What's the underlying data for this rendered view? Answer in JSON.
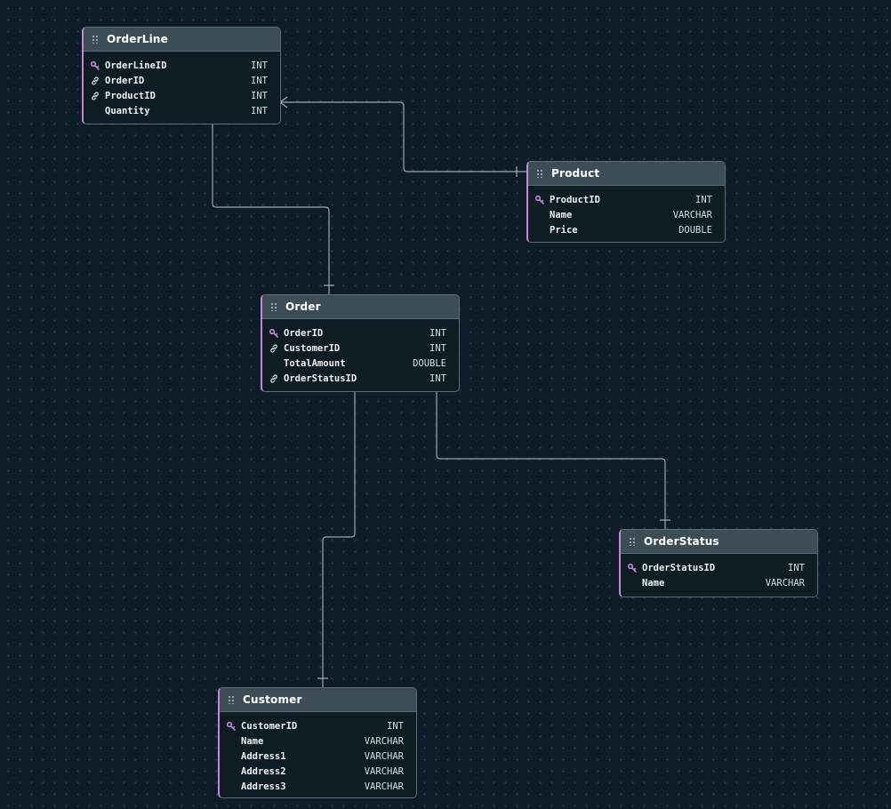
{
  "colors": {
    "background": "#0d1c26",
    "accent": "#c685d8",
    "header": "#3d4d56",
    "connector": "#9aa6ae"
  },
  "icons": {
    "primary_key": "key-icon",
    "foreign_key": "link-icon",
    "drag": "drag-handle-icon"
  },
  "tables": {
    "orderline": {
      "name": "OrderLine",
      "columns": [
        {
          "name": "OrderLineID",
          "type": "INT",
          "key": "pk"
        },
        {
          "name": "OrderID",
          "type": "INT",
          "key": "fk"
        },
        {
          "name": "ProductID",
          "type": "INT",
          "key": "fk"
        },
        {
          "name": "Quantity",
          "type": "INT",
          "key": ""
        }
      ]
    },
    "product": {
      "name": "Product",
      "columns": [
        {
          "name": "ProductID",
          "type": "INT",
          "key": "pk"
        },
        {
          "name": "Name",
          "type": "VARCHAR",
          "key": ""
        },
        {
          "name": "Price",
          "type": "DOUBLE",
          "key": ""
        }
      ]
    },
    "order": {
      "name": "Order",
      "columns": [
        {
          "name": "OrderID",
          "type": "INT",
          "key": "pk"
        },
        {
          "name": "CustomerID",
          "type": "INT",
          "key": "fk"
        },
        {
          "name": "TotalAmount",
          "type": "DOUBLE",
          "key": ""
        },
        {
          "name": "OrderStatusID",
          "type": "INT",
          "key": "fk"
        }
      ]
    },
    "orderstatus": {
      "name": "OrderStatus",
      "columns": [
        {
          "name": "OrderStatusID",
          "type": "INT",
          "key": "pk"
        },
        {
          "name": "Name",
          "type": "VARCHAR",
          "key": ""
        }
      ]
    },
    "customer": {
      "name": "Customer",
      "columns": [
        {
          "name": "CustomerID",
          "type": "INT",
          "key": "pk"
        },
        {
          "name": "Name",
          "type": "VARCHAR",
          "key": ""
        },
        {
          "name": "Address1",
          "type": "VARCHAR",
          "key": ""
        },
        {
          "name": "Address2",
          "type": "VARCHAR",
          "key": ""
        },
        {
          "name": "Address3",
          "type": "VARCHAR",
          "key": ""
        }
      ]
    }
  },
  "relationships": [
    {
      "from": "orderline",
      "to": "product",
      "from_end": "many",
      "to_end": "one"
    },
    {
      "from": "orderline",
      "to": "order",
      "from_end": "one",
      "to_end": "one"
    },
    {
      "from": "order",
      "to": "orderstatus",
      "from_end": "one",
      "to_end": "one"
    },
    {
      "from": "order",
      "to": "customer",
      "from_end": "one",
      "to_end": "one"
    }
  ]
}
